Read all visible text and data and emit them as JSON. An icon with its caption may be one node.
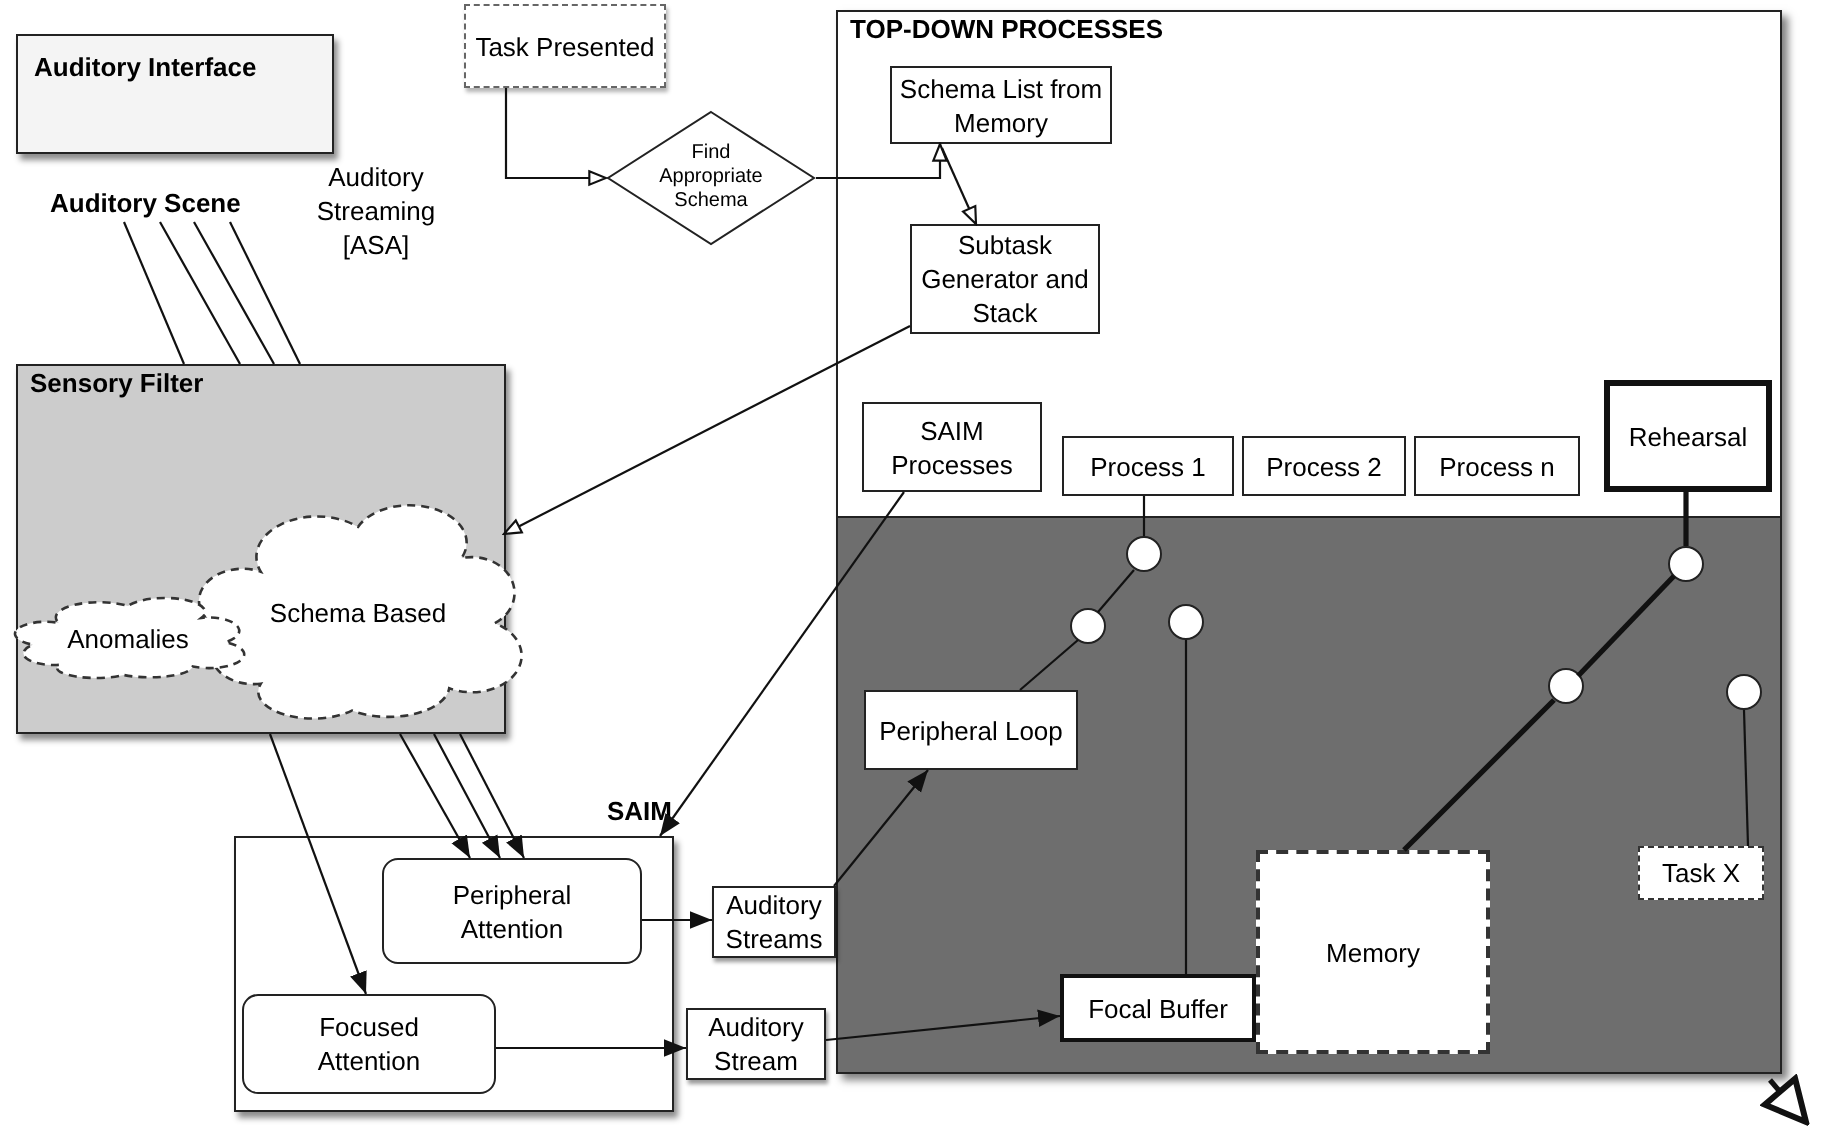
{
  "diagram": {
    "nodes": [
      {
        "text": [
          "Auditory Interface"
        ]
      },
      {
        "text": [
          "Auditory Scene"
        ]
      },
      {
        "text": [
          "Task Presented"
        ]
      },
      {
        "text": [
          "Find Appropriate Schema"
        ]
      },
      {
        "text": [
          "TOP-DOWN PROCESSES"
        ]
      },
      {
        "text": [
          "Schema List from Memory"
        ],
        "in": 4
      },
      {
        "text": [
          "Subtask Generator and Stack"
        ],
        "in": 4
      },
      {
        "text": [
          "SAIM Processes"
        ],
        "in": 4
      },
      {
        "text": [
          "Process 1"
        ],
        "in": 4
      },
      {
        "text": [
          "Process 2"
        ],
        "in": 4
      },
      {
        "text": [
          "Process n"
        ],
        "in": 4
      },
      {
        "text": [
          "Rehearsal"
        ],
        "in": 4
      },
      {
        "text": [
          "Sensory Filter"
        ]
      },
      {
        "text": [
          "Schema Based"
        ],
        "in": 12
      },
      {
        "text": [
          "Anomalies"
        ],
        "in": 12
      },
      {
        "text": [
          "SAIM"
        ]
      },
      {
        "text": [
          "Peripheral Attention"
        ],
        "in": 15
      },
      {
        "text": [
          "Focused Attention"
        ],
        "in": 15
      },
      {
        "text": [
          "Auditory Streams"
        ]
      },
      {
        "text": [
          "Auditory Stream"
        ]
      },
      {
        "text": [
          "Peripheral Loop"
        ],
        "in": 4
      },
      {
        "text": [
          "Focal Buffer"
        ],
        "in": 4
      },
      {
        "text": [
          "Memory"
        ],
        "in": 4
      },
      {
        "text": [
          "Task X"
        ],
        "in": 4
      },
      {
        "text": [],
        "shape": "circle",
        "in": 4
      },
      {
        "text": [],
        "shape": "circle",
        "in": 4
      },
      {
        "text": [],
        "shape": "circle",
        "in": 4
      },
      {
        "text": [],
        "shape": "circle",
        "in": 4
      },
      {
        "text": [],
        "shape": "circle",
        "in": 4
      },
      {
        "text": [],
        "shape": "circle",
        "in": 4
      }
    ],
    "edges": [
      {
        "from": 2,
        "to": 3,
        "arrow": "to"
      },
      {
        "from": 3,
        "to": 5,
        "arrow": "to"
      },
      {
        "from": 5,
        "to": 6,
        "arrow": "to"
      },
      {
        "from": 6,
        "to": 13,
        "arrow": "to"
      },
      {
        "from": 7,
        "to": 15,
        "arrow": "to"
      },
      {
        "from": 1,
        "to": 12,
        "arrow": "none"
      },
      {
        "from": 1,
        "to": 12,
        "arrow": "none"
      },
      {
        "from": 1,
        "to": 12,
        "arrow": "none"
      },
      {
        "from": 1,
        "to": 12,
        "arrow": "none"
      },
      {
        "from": 12,
        "to": 16,
        "arrow": "to"
      },
      {
        "from": 12,
        "to": 16,
        "arrow": "to"
      },
      {
        "from": 12,
        "to": 16,
        "arrow": "to"
      },
      {
        "from": 12,
        "to": 17,
        "arrow": "to"
      },
      {
        "from": 16,
        "to": 18,
        "arrow": "to"
      },
      {
        "from": 17,
        "to": 19,
        "arrow": "to"
      },
      {
        "from": 18,
        "to": 20,
        "arrow": "to"
      },
      {
        "from": 19,
        "to": 21,
        "arrow": "to"
      },
      {
        "from": 8,
        "to": 24,
        "arrow": "none"
      },
      {
        "from": 24,
        "to": 27,
        "arrow": "none"
      },
      {
        "from": 27,
        "to": 20,
        "arrow": "none"
      },
      {
        "from": 26,
        "to": 21,
        "arrow": "none"
      },
      {
        "from": 11,
        "to": 25,
        "arrow": "none",
        "style": "thick"
      },
      {
        "from": 25,
        "to": 28,
        "arrow": "none",
        "style": "thick"
      },
      {
        "from": 28,
        "to": 22,
        "arrow": "none",
        "style": "thick"
      },
      {
        "from": 29,
        "to": 23,
        "arrow": "none"
      },
      {
        "from": 4,
        "to": null,
        "arrow": "to",
        "style": "thick"
      }
    ],
    "labels": [
      "Auditory Streaming [ASA]"
    ]
  }
}
